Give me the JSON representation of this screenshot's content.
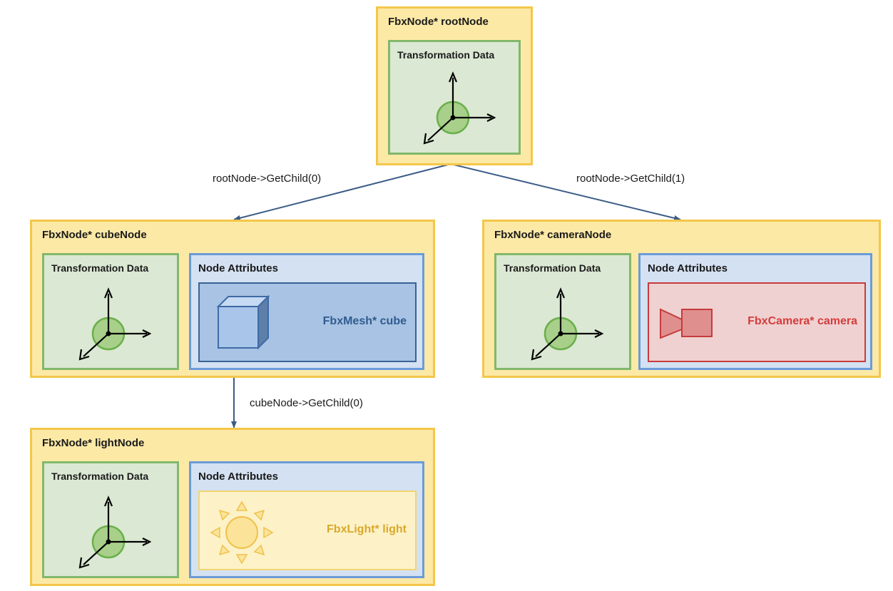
{
  "nodes": {
    "root": {
      "title": "FbxNode* rootNode",
      "transform_label": "Transformation Data"
    },
    "cube": {
      "title": "FbxNode* cubeNode",
      "transform_label": "Transformation Data",
      "attributes_label": "Node Attributes",
      "attribute_item": "FbxMesh* cube"
    },
    "camera": {
      "title": "FbxNode* cameraNode",
      "transform_label": "Transformation Data",
      "attributes_label": "Node Attributes",
      "attribute_item": "FbxCamera* camera"
    },
    "light": {
      "title": "FbxNode* lightNode",
      "transform_label": "Transformation Data",
      "attributes_label": "Node Attributes",
      "attribute_item": "FbxLight* light"
    }
  },
  "edges": {
    "root_to_cube": "rootNode->GetChild(0)",
    "root_to_camera": "rootNode->GetChild(1)",
    "cube_to_light": "cubeNode->GetChild(0)"
  },
  "colors": {
    "node_fill": "#fce9a6",
    "node_border": "#f4c64a",
    "transform_fill": "#dbe8d3",
    "transform_border": "#82b86a",
    "attributes_fill": "#d4e1f2",
    "attributes_border": "#6b9bd8",
    "mesh_text": "#2f5b8f",
    "camera_text": "#d43c3c",
    "light_text": "#d9a82c",
    "edge": "#3b5c86"
  },
  "icons": {
    "transform": "axes-icon",
    "mesh": "cube-icon",
    "camera": "camera-icon",
    "light": "sun-icon"
  }
}
